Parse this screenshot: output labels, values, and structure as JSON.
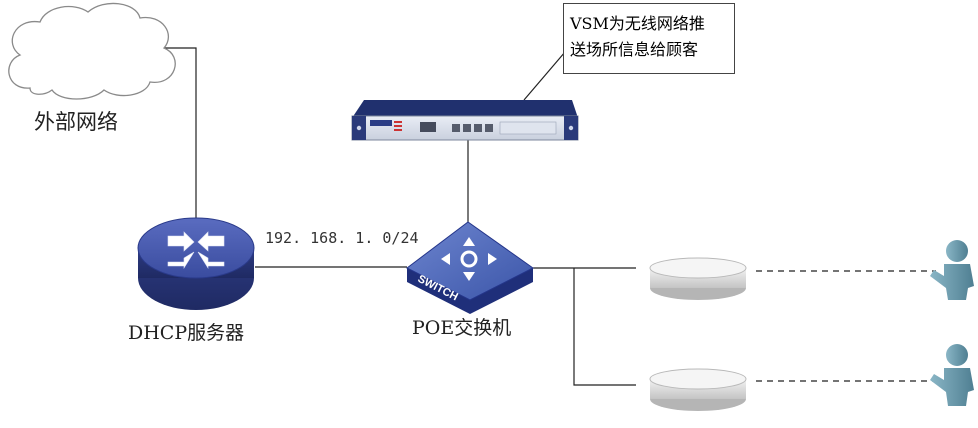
{
  "nodes": {
    "external_network": {
      "label": "外部网络"
    },
    "dhcp_server": {
      "label": "DHCP服务器"
    },
    "poe_switch": {
      "label": "POE交换机",
      "badge": "SWITCH"
    },
    "vsm_appliance": {
      "label_line1": "VSM为无线网络推",
      "label_line2": "送场所信息给顾客"
    }
  },
  "links": {
    "subnet": "192. 168. 1. 0/24"
  },
  "colors": {
    "router_blue": "#3d4fa3",
    "switch_blue": "#3a55a8",
    "appliance_navy": "#1d2a6b",
    "ap_gray": "#d9d9d9",
    "user_teal": "#6f9fb1"
  }
}
